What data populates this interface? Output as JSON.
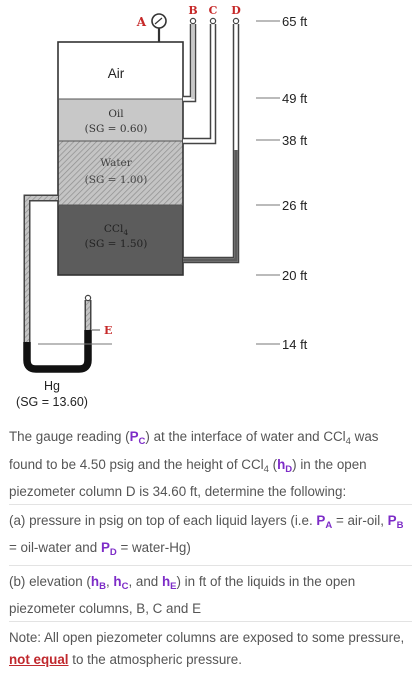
{
  "figure": {
    "tank_layers": [
      {
        "name": "Air",
        "sub": "",
        "fill": "#ffffff"
      },
      {
        "name": "Oil",
        "sub": "(SG = 0.60)",
        "fill": "#c8c8c8"
      },
      {
        "name": "Water",
        "sub": "(SG = 1.00)",
        "fill": "#bdbdbd"
      },
      {
        "name": "CCl",
        "subscript": "4",
        "sub": "(SG = 1.50)",
        "fill": "#5c5c5c"
      }
    ],
    "gauge_label": "A",
    "column_labels": {
      "b": "B",
      "c": "C",
      "d": "D",
      "e": "E"
    },
    "elevations": [
      "65 ft",
      "49 ft",
      "38 ft",
      "26 ft",
      "20 ft",
      "14 ft"
    ],
    "mercury_label": "Hg",
    "mercury_sg": "(SG = 13.60)",
    "colors": {
      "mercury": "#111111",
      "ccl4": "#5c5c5c",
      "water_hatch": "#9a9a9a",
      "pipe": "#444444"
    }
  },
  "problem": {
    "intro": {
      "t1": "The gauge reading (",
      "pc": "P",
      "pc_sub": "C",
      "t2": ") at the interface of water and CCl",
      "t2_sub": "4",
      "t3": " was found to be 4.50 psig and the height of CCl",
      "t3_sub": "4",
      "t4": " (",
      "hd": "h",
      "hd_sub": "D",
      "t5": ") in the open piezometer column D is 34.60 ft, determine the following:"
    },
    "part_a": {
      "t1": "(a) pressure in psig on top of each liquid layers (i.e. ",
      "pa": "P",
      "pa_sub": "A",
      "t2": " = air-oil, ",
      "pb": "P",
      "pb_sub": "B",
      "t3": " = oil-water and ",
      "pd": "P",
      "pd_sub": "D",
      "t4": " = water-Hg)"
    },
    "part_b": {
      "t1": "(b) elevation (",
      "hb": "h",
      "hb_sub": "B",
      "t2": ", ",
      "hc": "h",
      "hc_sub": "C",
      "t3": ", and ",
      "he": "h",
      "he_sub": "E",
      "t4": ") in ft of the liquids in the open piezometer columns, B, C and E"
    },
    "note": {
      "t1": "Note: All open piezometer columns are exposed to some pressure, ",
      "emph": "not equal",
      "t2": " to the atmospheric pressure."
    }
  }
}
